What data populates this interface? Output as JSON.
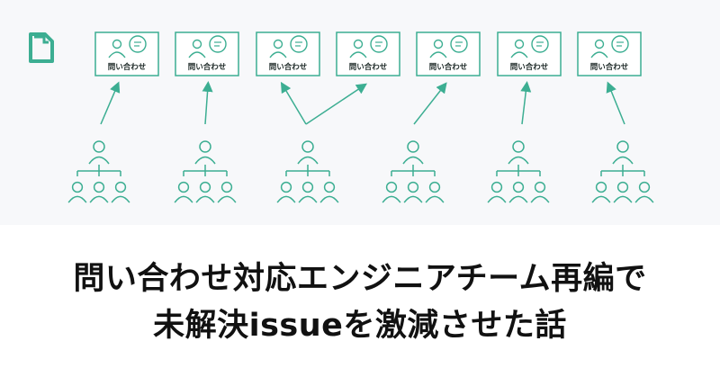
{
  "colors": {
    "accent": "#3cae92",
    "text": "#111111",
    "background": "#ffffff",
    "panel": "#f7f8fa"
  },
  "logo": {
    "icon": "note-logo-icon"
  },
  "cards": [
    {
      "label": "問い合わせ"
    },
    {
      "label": "問い合わせ"
    },
    {
      "label": "問い合わせ"
    },
    {
      "label": "問い合わせ"
    },
    {
      "label": "問い合わせ"
    },
    {
      "label": "問い合わせ"
    },
    {
      "label": "問い合わせ"
    }
  ],
  "title": {
    "line1": "問い合わせ対応エンジニアチーム再編で",
    "line2": "未解決issueを激減させた話"
  }
}
